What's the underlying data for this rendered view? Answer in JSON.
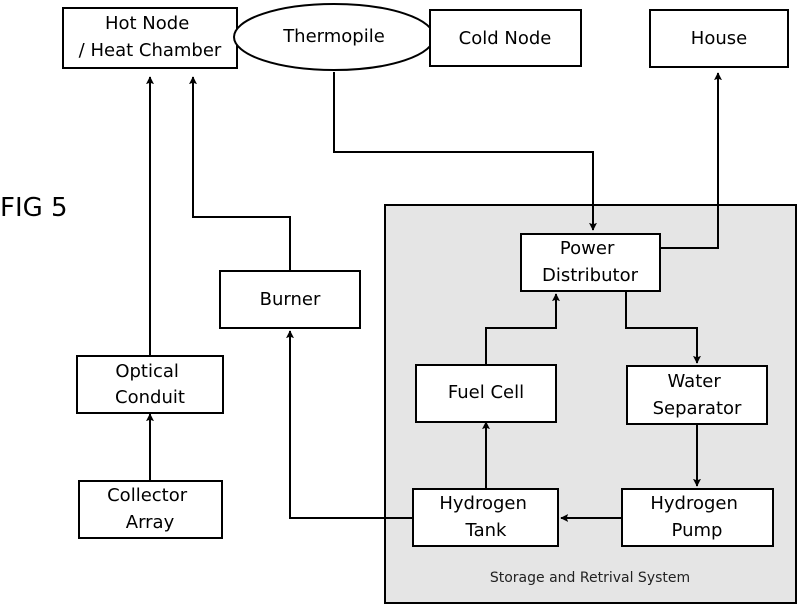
{
  "figure_label": "FIG 5",
  "group": {
    "label": "Storage and Retrival System"
  },
  "nodes": {
    "hot_node": {
      "lines": [
        "Hot Node",
        "/ Heat Chamber"
      ]
    },
    "thermopile": {
      "lines": [
        "Thermopile"
      ]
    },
    "cold_node": {
      "lines": [
        "Cold Node"
      ]
    },
    "house": {
      "lines": [
        "House"
      ]
    },
    "burner": {
      "lines": [
        "Burner"
      ]
    },
    "power_distributor": {
      "lines": [
        "Power",
        "Distributor"
      ]
    },
    "optical_conduit": {
      "lines": [
        "Optical",
        "Conduit"
      ]
    },
    "fuel_cell": {
      "lines": [
        "Fuel Cell"
      ]
    },
    "water_separator": {
      "lines": [
        "Water",
        "Separator"
      ]
    },
    "collector_array": {
      "lines": [
        "Collector",
        "Array"
      ]
    },
    "hydrogen_tank": {
      "lines": [
        "Hydrogen",
        "Tank"
      ]
    },
    "hydrogen_pump": {
      "lines": [
        "Hydrogen",
        "Pump"
      ]
    }
  },
  "edges": [
    {
      "from": "collector_array",
      "to": "optical_conduit"
    },
    {
      "from": "optical_conduit",
      "to": "hot_node"
    },
    {
      "from": "burner",
      "to": "hot_node"
    },
    {
      "from": "thermopile",
      "to": "power_distributor"
    },
    {
      "from": "power_distributor",
      "to": "house"
    },
    {
      "from": "power_distributor",
      "to": "water_separator"
    },
    {
      "from": "water_separator",
      "to": "hydrogen_pump"
    },
    {
      "from": "hydrogen_pump",
      "to": "hydrogen_tank"
    },
    {
      "from": "hydrogen_tank",
      "to": "fuel_cell"
    },
    {
      "from": "fuel_cell",
      "to": "power_distributor"
    },
    {
      "from": "hydrogen_tank",
      "to": "burner"
    }
  ]
}
